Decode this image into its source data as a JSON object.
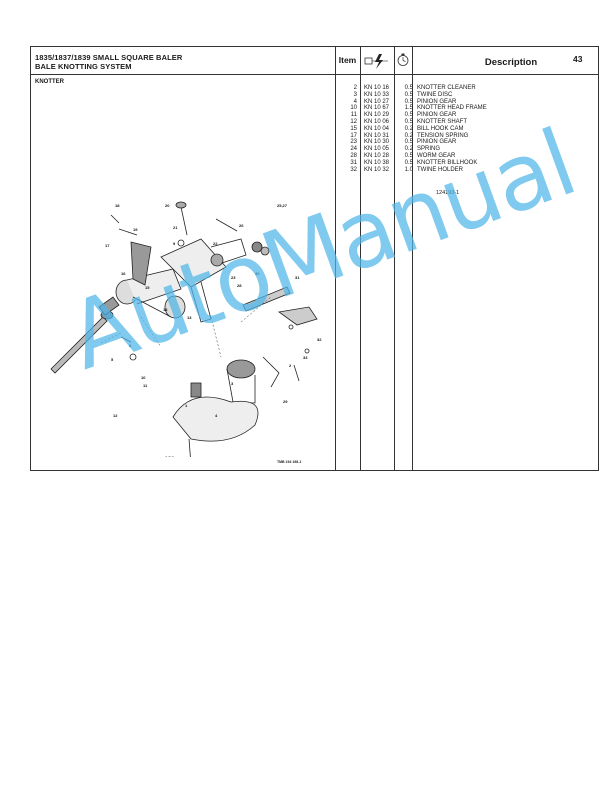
{
  "header": {
    "title_line1": "1835/1837/1839 SMALL SQUARE BALER",
    "title_line2": "BALE KNOTTING SYSTEM",
    "item_label": "Item",
    "description_label": "Description",
    "page_number": "43",
    "icons": [
      "part-number-icon",
      "quantity-icon"
    ]
  },
  "section": "KNOTTER",
  "parts": [
    {
      "item": "2",
      "part": "KN 10 16",
      "qty": "0.5",
      "desc": "KNOTTER CLEANER"
    },
    {
      "item": "3",
      "part": "KN 10 33",
      "qty": "0.5",
      "desc": "TWINE DISC"
    },
    {
      "item": "4",
      "part": "KN 10 27",
      "qty": "0.5",
      "desc": "PINION GEAR"
    },
    {
      "item": "10",
      "part": "KN 10 67",
      "qty": "1.5",
      "desc": "KNOTTER HEAD FRAME"
    },
    {
      "item": "11",
      "part": "KN 10 29",
      "qty": "0.5",
      "desc": "PINION GEAR"
    },
    {
      "item": "12",
      "part": "KN 10 06",
      "qty": "0.5",
      "desc": "KNOTTER SHAFT"
    },
    {
      "item": "15",
      "part": "KN 10 04",
      "qty": "0.2",
      "desc": "BILL HOOK CAM"
    },
    {
      "item": "17",
      "part": "KN 10 31",
      "qty": "0.2",
      "desc": "TENSION SPRING"
    },
    {
      "item": "23",
      "part": "KN 10 30",
      "qty": "0.5",
      "desc": "PINION GEAR"
    },
    {
      "item": "24",
      "part": "KN 10 05",
      "qty": "0.2",
      "desc": "SPRING"
    },
    {
      "item": "28",
      "part": "KN 10 28",
      "qty": "0.5",
      "desc": "WORM GEAR"
    },
    {
      "item": "31",
      "part": "KN 10 38",
      "qty": "0.5",
      "desc": "KNOTTER BILLHOOK"
    },
    {
      "item": "32",
      "part": "KN 10 32",
      "qty": "1.0",
      "desc": "TWINE HOLDER"
    }
  ],
  "reference": "124193-1",
  "diagram": {
    "callouts": [
      "18",
      "20",
      "21",
      "26",
      "25,27",
      "19",
      "17",
      "22",
      "16",
      "15",
      "23",
      "28",
      "9",
      "30",
      "14",
      "13",
      "31",
      "12",
      "32",
      "8",
      "10",
      "5",
      "11",
      "33",
      "2",
      "29",
      "3",
      "4",
      "1",
      "6,7,8"
    ],
    "figure_id": "TMB 194 198-1"
  },
  "watermark": "AutoManual"
}
